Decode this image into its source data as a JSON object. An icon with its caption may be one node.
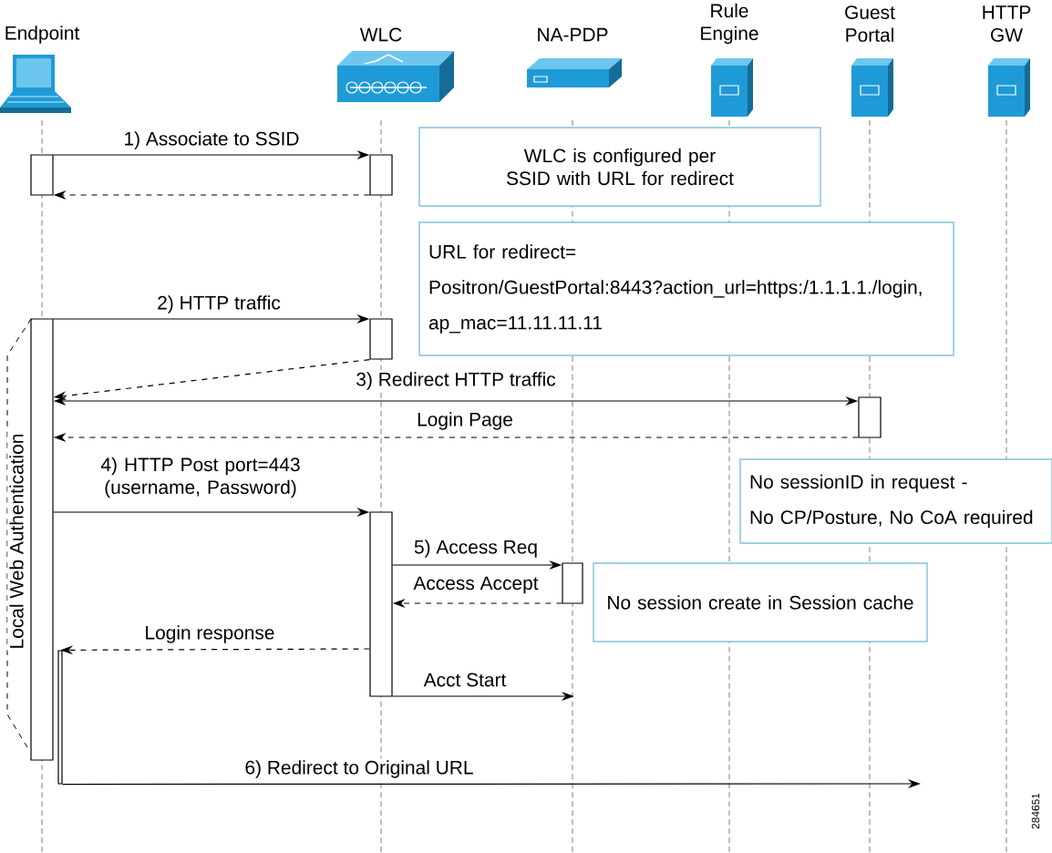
{
  "diagram": {
    "nodes": [
      {
        "text": [
          "Endpoint"
        ]
      },
      {
        "text": [
          "WLC"
        ]
      },
      {
        "text": [
          "NA-PDP"
        ]
      },
      {
        "text": [
          "Rule Engine"
        ]
      },
      {
        "text": [
          "Guest Portal"
        ]
      },
      {
        "text": [
          "HTTP GW"
        ]
      },
      {
        "text": [],
        "shape": "bar"
      },
      {
        "text": [],
        "shape": "bar"
      },
      {
        "text": [],
        "shape": "bar"
      },
      {
        "text": [],
        "shape": "bar"
      },
      {
        "text": [],
        "shape": "bar"
      },
      {
        "text": [],
        "shape": "bar"
      },
      {
        "text": [],
        "shape": "bar"
      },
      {
        "text": [
          "WLC is configured per SSID with URL for redirect"
        ]
      },
      {
        "text": [
          "URL for redirect=",
          "Positron/GuestPortal:8443?action_url=https:/1.1.1.1./login,",
          "ap_mac=11.11.11.11"
        ]
      },
      {
        "text": [
          "No sessionID in request -",
          "No CP/Posture, No CoA required"
        ]
      },
      {
        "text": [
          "No session create in Session cache"
        ]
      },
      {
        "text": [],
        "shape": "bar"
      }
    ],
    "edges": [
      {
        "from": 6,
        "to": 7,
        "arrow": "to",
        "label": "1) Associate to SSID"
      },
      {
        "from": 7,
        "to": 6,
        "arrow": "to",
        "style": "dashed"
      },
      {
        "from": 8,
        "to": 9,
        "arrow": "to",
        "label": "2) HTTP traffic"
      },
      {
        "from": 9,
        "to": 8,
        "arrow": "to",
        "style": "dashed"
      },
      {
        "from": 8,
        "to": 10,
        "arrow": "both",
        "label": "3) Redirect HTTP traffic"
      },
      {
        "from": 10,
        "to": 8,
        "arrow": "to",
        "style": "dashed",
        "label": "Login Page"
      },
      {
        "from": 8,
        "to": 11,
        "arrow": "to",
        "label": "4) HTTP Post port=443 (username, Password)"
      },
      {
        "from": 11,
        "to": 12,
        "arrow": "to",
        "label": "5) Access Req"
      },
      {
        "from": 12,
        "to": 11,
        "arrow": "to",
        "style": "dashed",
        "label": "Access Accept"
      },
      {
        "from": 11,
        "to": 17,
        "arrow": "to",
        "style": "dashed",
        "label": "Login response"
      },
      {
        "from": 11,
        "to": null,
        "arrow": "to",
        "label": "Acct Start"
      },
      {
        "from": 17,
        "to": null,
        "arrow": "to",
        "label": "6) Redirect to Original URL"
      }
    ],
    "labels": [
      "Local Web Authentication",
      "284651"
    ]
  }
}
